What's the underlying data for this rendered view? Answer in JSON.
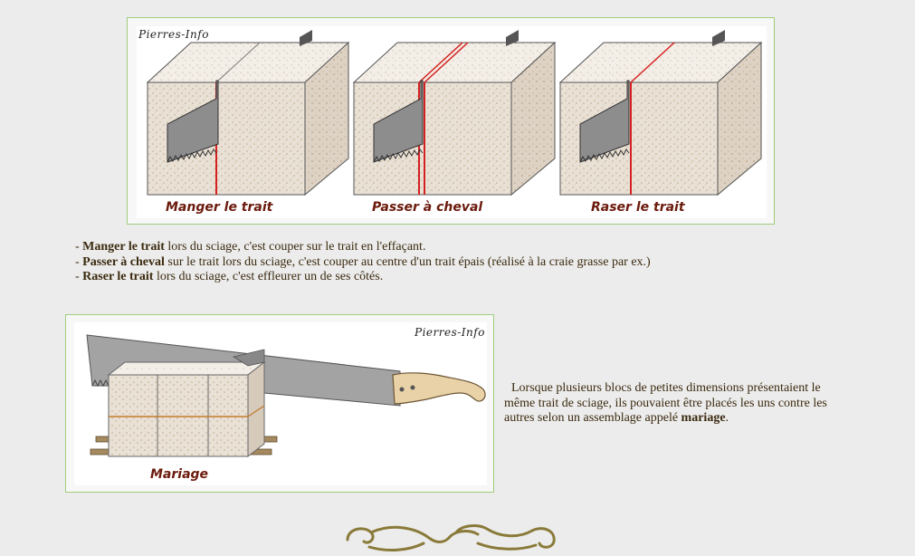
{
  "top_figure": {
    "logo": "Pierres-Info",
    "captions": [
      "Manger le trait",
      "Passer à cheval",
      "Raser le trait"
    ]
  },
  "descriptions": [
    {
      "prefix": "- ",
      "term": "Manger le trait",
      "rest": " lors du sciage, c'est couper sur le trait en l'effaçant."
    },
    {
      "prefix": "- ",
      "term": "Passer à cheval",
      "rest": " sur le trait lors du sciage, c'est couper au centre d'un trait épais (réalisé à la craie grasse par ex.)"
    },
    {
      "prefix": "- ",
      "term": "Raser le trait",
      "rest": " lors du sciage, c'est effleurer un de ses côtés."
    }
  ],
  "bottom_figure": {
    "logo": "Pierres-Info",
    "caption": "Mariage"
  },
  "side_paragraph": {
    "before": "Lorsque plusieurs blocs de petites dimensions présentaient le même trait de sciage, ils pouvaient être placés les uns contre les autres selon un assemblage appelé ",
    "term": "mariage",
    "after": "."
  },
  "colors": {
    "frame_border": "#9fcd7c",
    "caption": "#6b1a0c",
    "text": "#3b2a0f",
    "stone": "#e6ddd2",
    "cut_line": "#d42020",
    "ornament": "#8a7a3a"
  }
}
